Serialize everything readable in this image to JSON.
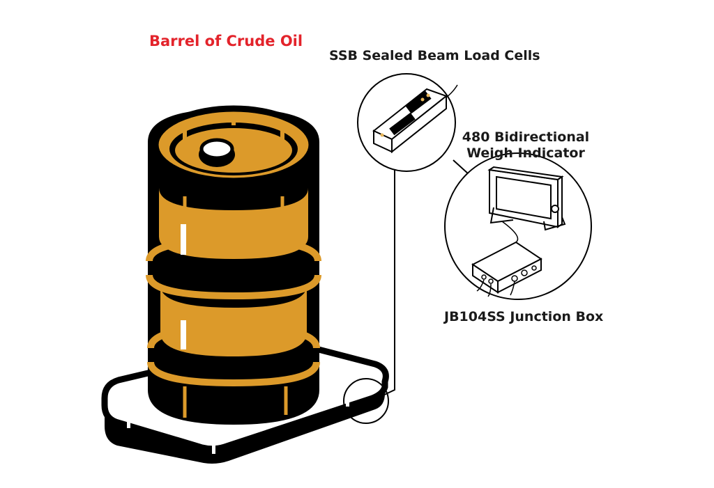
{
  "labels": {
    "barrel": "Barrel of Crude Oil",
    "load_cells": "SSB Sealed Beam Load Cells",
    "indicator_line1": "480 Bidirectional",
    "indicator_line2": "Weigh Indicator",
    "junction_box": "JB104SS Junction Box"
  },
  "colors": {
    "barrel": "#dc9a2a",
    "outline": "#000000",
    "title": "#e3232b",
    "text": "#1a1a1a",
    "device": "#ffffff",
    "load_cell_accent": "#e8b65a"
  }
}
